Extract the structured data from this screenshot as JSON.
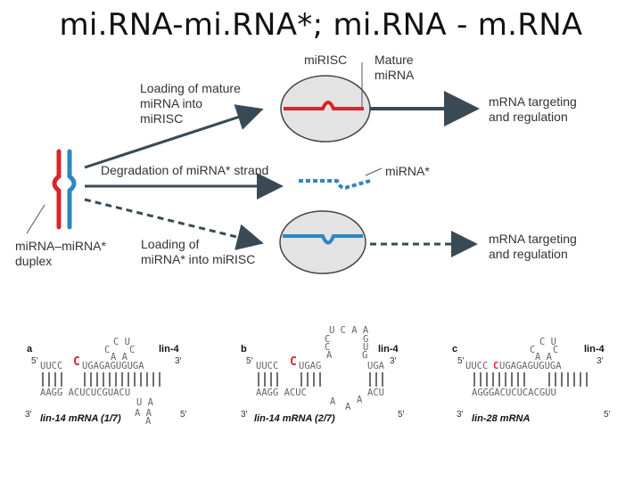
{
  "title": "mi.RNA-mi.RNA*; mi.RNA - m.RNA",
  "top": {
    "mirisc": "miRISC",
    "mature_line1": "Mature",
    "mature_line2": "miRNA",
    "loading_mature_1": "Loading of mature",
    "loading_mature_2": "miRNA into",
    "loading_mature_3": "miRISC",
    "targeting_1_a": "mRNA targeting",
    "targeting_1_b": "and regulation",
    "degradation": "Degradation of miRNA* strand",
    "mirna_star": "miRNA*",
    "duplex_1": "miRNA–miRNA*",
    "duplex_2": "duplex",
    "loading_star_1": "Loading of",
    "loading_star_2": "miRNA* into miRISC",
    "targeting_2_a": "mRNA targeting",
    "targeting_2_b": "and regulation"
  },
  "colors": {
    "red": "#d7262b",
    "blue": "#2e86c1",
    "arrow": "#3a4a55",
    "ellipse": "#e3e3e3"
  },
  "panels": {
    "a": {
      "letter": "a",
      "gene": "lin-4",
      "target": "lin-14 mRNA (1/7)",
      "top_seq": "UUCC",
      "top_c": "C",
      "top_rest": "UGAGAGUGUGA",
      "bulge_top": "C U",
      "bulge_side_l": "C",
      "bulge_side_r": "C",
      "bulge_aa": "A  A",
      "bot_seq": "AAGG  ACUCUCGUACU",
      "bot_ua": "U A",
      "bot_aaa": "A   A",
      "bot_a": "A",
      "five": "5′",
      "three": "3′"
    },
    "b": {
      "letter": "b",
      "gene": "lin-4",
      "target": "lin-14 mRNA (2/7)",
      "loop": "U C A A",
      "loop_c1": "C",
      "loop_c2": "C",
      "loop_a": "A",
      "loop_g1": "G",
      "loop_u": "U",
      "loop_g2": "G",
      "top_seq": "UUCC",
      "top_c": "C",
      "top_rest": "UGAG",
      "top_uga": "UGA",
      "bot_seq": "AAGG  ACUC",
      "bot_acu": "ACU",
      "bot_a1": "A",
      "bot_a2": "A",
      "bot_a3": "A",
      "five": "5′",
      "three": "3′"
    },
    "c": {
      "letter": "c",
      "gene": "lin-4",
      "target": "lin-28 mRNA",
      "top_seq": "UUCC",
      "top_c": "C",
      "top_rest": "UGAGAGUGUGA",
      "bulge_top": "C U",
      "bulge_side_l": "C",
      "bulge_side_r": "C",
      "bulge_aa": "A  A",
      "bot_seq": "AGGGACUCUCACGUU",
      "five": "5′",
      "three": "3′"
    }
  }
}
